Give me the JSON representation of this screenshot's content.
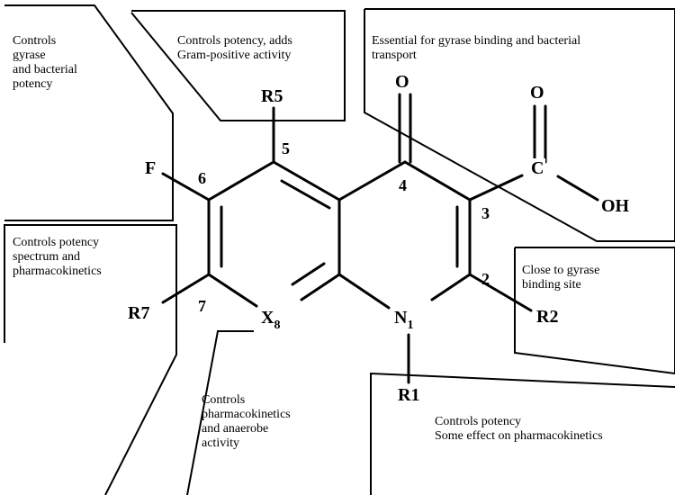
{
  "notes": {
    "top_left": "Controls\ngyrase\nand bacterial\npotency",
    "top_center": "Controls potency, adds\nGram-positive activity",
    "top_right": "Essential for gyrase binding and bacterial\ntransport",
    "mid_left": "Controls potency\nspectrum and\npharmacokinetics",
    "mid_right": "Close to gyrase\nbinding site",
    "bottom_center": "Controls\npharmacokinetics\nand anaerobe\nactivity",
    "bottom_right": "Controls potency\nSome effect on pharmacokinetics"
  },
  "atoms": {
    "r5": "R5",
    "f": "F",
    "o_keto": "O",
    "o_acid": "O",
    "c_acid": "C",
    "oh": "OH",
    "r7": "R7",
    "x": "X",
    "x_sub": "8",
    "n": "N",
    "n_sub": "1",
    "r2": "R2",
    "r1": "R1"
  },
  "positions": {
    "p5": "5",
    "p6": "6",
    "p4": "4",
    "p3": "3",
    "p7": "7",
    "p2": "2"
  }
}
